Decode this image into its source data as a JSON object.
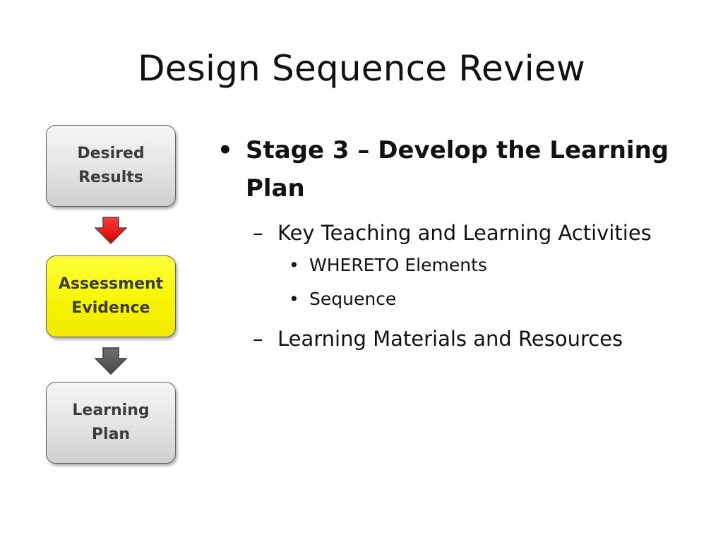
{
  "slide": {
    "title": "Design Sequence Review"
  },
  "flow": {
    "boxes": [
      {
        "label": "Desired\nResults",
        "color": "#d9d9d9"
      },
      {
        "label": "Assessment\nEvidence",
        "color": "#ffff00"
      },
      {
        "label": "Learning\nPlan",
        "color": "#d9d9d9"
      }
    ],
    "arrows": [
      {
        "color": "#ff0000",
        "icon": "down-arrow-icon"
      },
      {
        "color": "#595959",
        "icon": "down-arrow-icon"
      }
    ]
  },
  "bullets": {
    "level1_marker": "•",
    "level2_marker": "–",
    "level3_marker": "•",
    "stage": "Stage 3 – Develop the Learning Plan",
    "key_activities": "Key Teaching and Learning Activities",
    "whereto": "WHERETO Elements",
    "sequence": "Sequence",
    "materials": "Learning Materials and Resources"
  }
}
